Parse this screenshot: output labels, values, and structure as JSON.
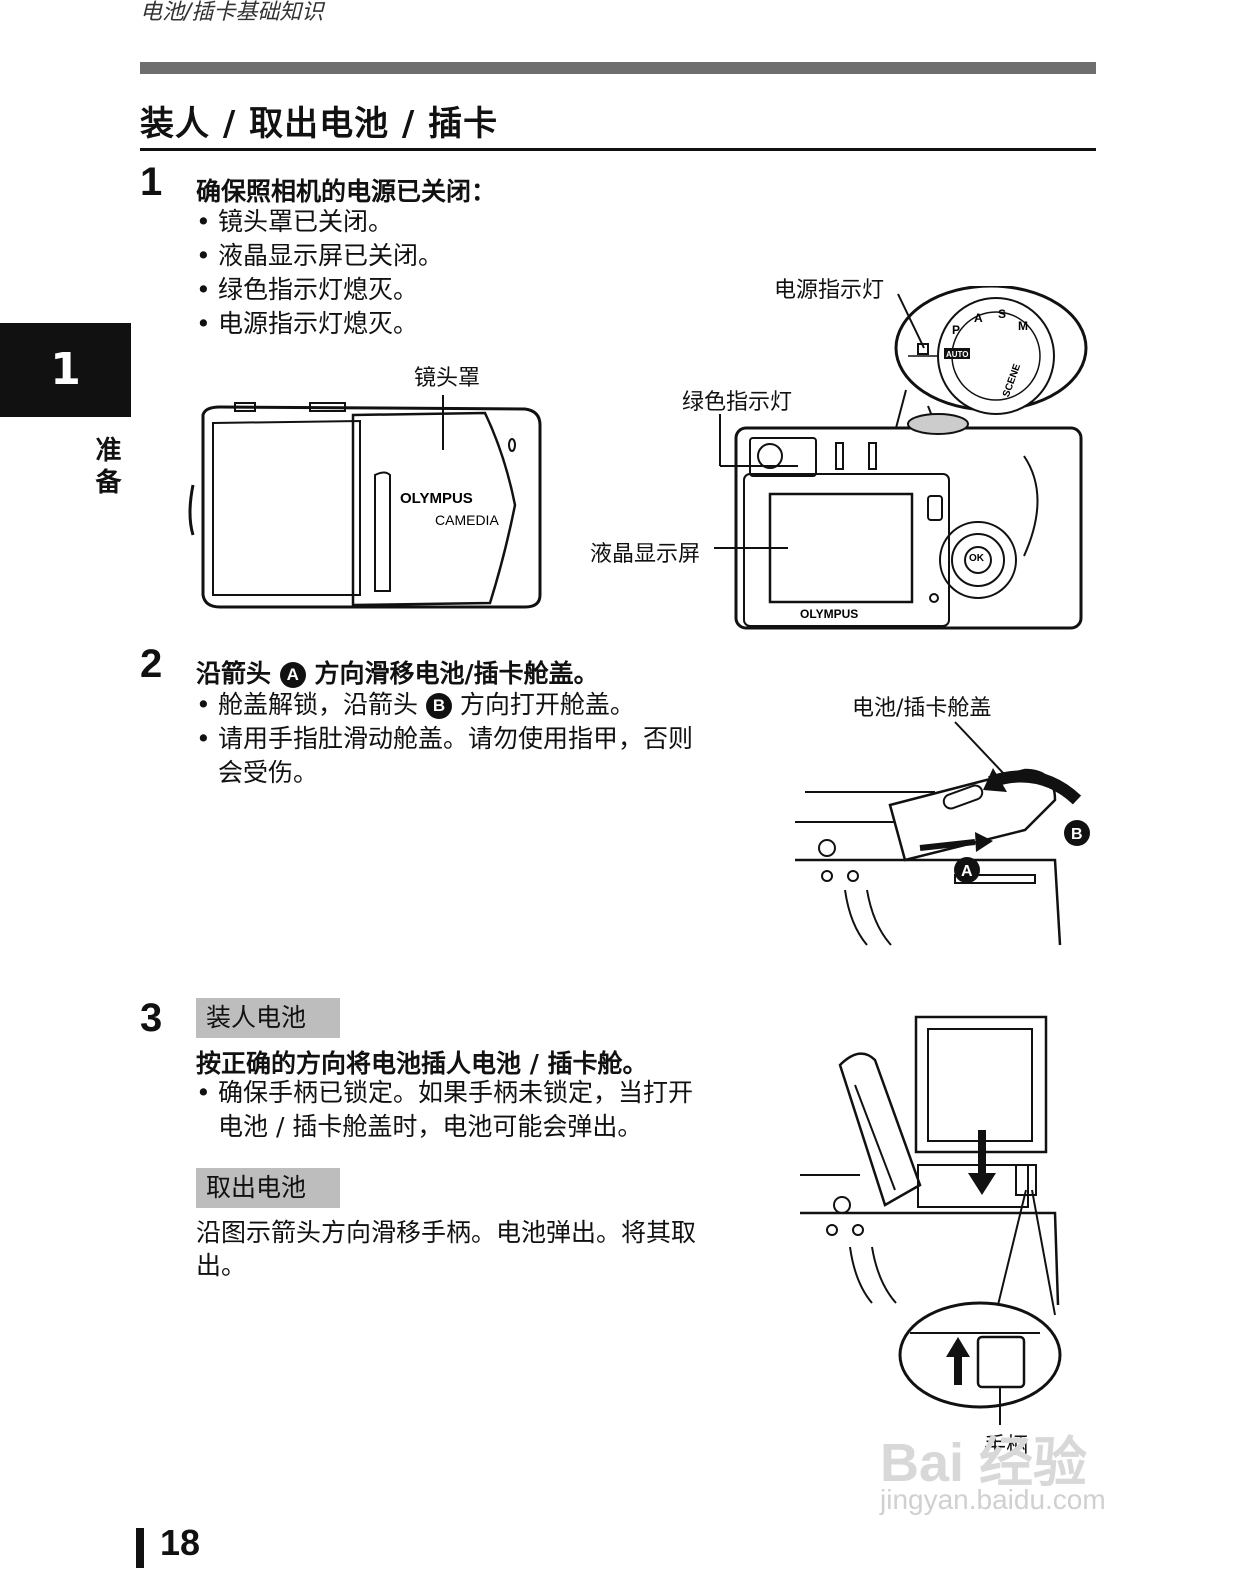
{
  "header": {
    "running_title": "电池/插卡基础知识",
    "title": "装人 / 取出电池 / 插卡"
  },
  "side_tab": {
    "number": "1",
    "label": "准备"
  },
  "step1": {
    "num": "1",
    "lead": "确保照相机的电源已关闭：",
    "bullets": [
      "镜头罩已关闭。",
      "液晶显示屏已关闭。",
      "绿色指示灯熄灭。",
      "电源指示灯熄灭。"
    ],
    "callouts": {
      "lens_cover": "镜头罩",
      "power_lamp": "电源指示灯",
      "green_lamp": "绿色指示灯",
      "lcd": "液晶显示屏"
    }
  },
  "camera": {
    "brand": "OLYMPUS",
    "model": "CAMEDIA",
    "dial_auto": "AUTO",
    "dial_scene": "SCENE",
    "ok_label": "OK"
  },
  "step2": {
    "num": "2",
    "lead_pre": "沿箭头",
    "lead_post": "方向滑移电池/插卡舱盖。",
    "arrow_a": "A",
    "arrow_b": "B",
    "bullet1_pre": "舱盖解锁，沿箭头",
    "bullet1_post": "方向打开舱盖。",
    "bullet2": "请用手指肚滑动舱盖。请勿使用指甲，否则",
    "bullet2_cont": "会受伤。",
    "callout": "电池/插卡舱盖"
  },
  "step3": {
    "num": "3",
    "tag_insert": "装人电池",
    "insert_lead": "按正确的方向将电池插人电池 / 插卡舱。",
    "insert_bullet": "确保手柄已锁定。如果手柄未锁定，当打开",
    "insert_bullet_cont": "电池 / 插卡舱盖时，电池可能会弹出。",
    "tag_remove": "取出电池",
    "remove_text": "沿图示箭头方向滑移手柄。电池弹出。将其取",
    "remove_text_cont": "出。",
    "callout": "手柄"
  },
  "footer": {
    "page": "18"
  },
  "watermark": {
    "brand": "Bai 经验",
    "url": "jingyan.baidu.com"
  }
}
